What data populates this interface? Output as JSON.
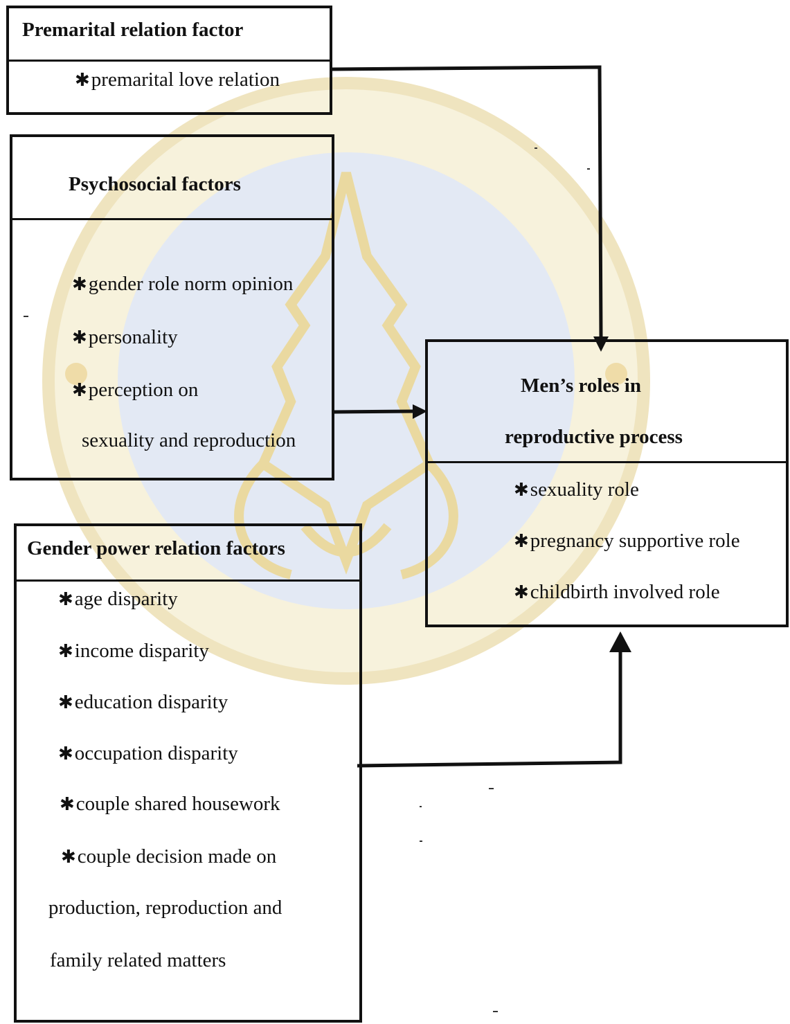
{
  "boxes": {
    "premarital": {
      "title": "Premarital  relation factor",
      "items": [
        "premarital love relation"
      ]
    },
    "psychosocial": {
      "title": "Psychosocial factors",
      "items": [
        "gender role norm opinion",
        "personality",
        "perception on",
        "sexuality and reproduction"
      ]
    },
    "gender_power": {
      "title": "Gender power relation factors",
      "items": [
        "age disparity",
        "income disparity",
        "education disparity",
        "occupation disparity",
        "couple shared housework",
        "couple decision made on",
        "production, reproduction and",
        "family related matters"
      ]
    },
    "mens_roles": {
      "title_line1": "Men’s roles in",
      "title_line2": "reproductive process",
      "items": [
        "sexuality  role",
        "pregnancy supportive role",
        "childbirth involved role"
      ]
    }
  },
  "bullet_symbol": "✱",
  "watermark_colors": {
    "outer": "#f2eccf",
    "inner": "#dfe6f3",
    "emblem": "#e9d9a6"
  }
}
